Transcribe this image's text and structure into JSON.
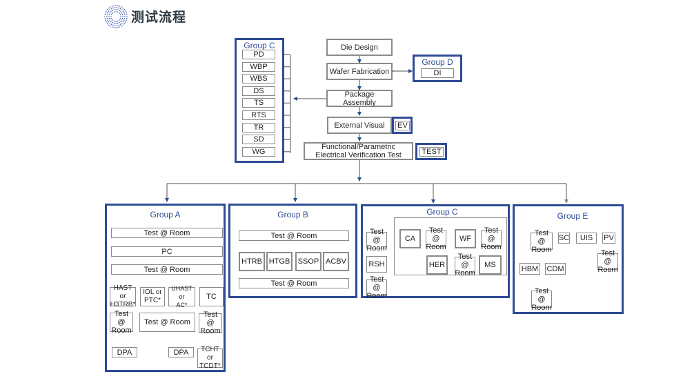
{
  "header": {
    "title": "测试流程",
    "logo_icon": "dotted-circle-icon"
  },
  "colors": {
    "accent": "#2d4b95",
    "box_border": "#8a8a8a",
    "connector": "#8a8a8a",
    "title_text": "#2e3a43"
  },
  "main_flow": {
    "die_design": "Die Design",
    "wafer_fabrication": "Wafer Fabrication",
    "package_assembly": "Package Assembly",
    "external_visual": "External Visual",
    "functional_line1": "Functional/Parametric",
    "functional_line2": "Electrical Verification Test"
  },
  "side_tags": {
    "ev": "EV",
    "test": "TEST"
  },
  "group_c_top": {
    "label": "Group C",
    "items": [
      "PD",
      "WBP",
      "WBS",
      "DS",
      "TS",
      "RTS",
      "TR",
      "SD",
      "WG"
    ]
  },
  "group_d": {
    "label": "Group D",
    "items": [
      "DI"
    ]
  },
  "group_a": {
    "label": "Group A",
    "test_room_1": "Test @ Room",
    "pc": "PC",
    "test_room_2": "Test @ Room",
    "branch": [
      {
        "line1": "HAST or",
        "line2": "H3TRB*"
      },
      {
        "line1": "IOL or",
        "line2": "PTC*"
      },
      {
        "line1": "UHAST or",
        "line2": "AC*"
      },
      {
        "line1": "TC",
        "line2": ""
      }
    ],
    "test_room_left": {
      "line1": "Test @",
      "line2": "Room"
    },
    "test_room_mid": "Test @ Room",
    "test_room_right": {
      "line1": "Test @",
      "line2": "Room"
    },
    "dpa_left": "DPA",
    "dpa_right": "DPA",
    "tcht": {
      "line1": "TCHT or",
      "line2": "TCDT*"
    }
  },
  "group_b": {
    "label": "Group B",
    "test_room_top": "Test @ Room",
    "items": [
      "HTRB",
      "HTGB",
      "SSOP",
      "ACBV"
    ],
    "test_room_bottom": "Test @ Room"
  },
  "group_c_bottom": {
    "label": "Group C",
    "test_room": {
      "line1": "Test @",
      "line2": "Room"
    },
    "rsh": "RSH",
    "ca": "CA",
    "wf": "WF",
    "ms": "MS",
    "her": "HER"
  },
  "group_e": {
    "label": "Group E",
    "test_room": {
      "line1": "Test @",
      "line2": "Room"
    },
    "sc": "SC",
    "uis": "UIS",
    "pv": "PV",
    "hbm": "HBM",
    "cdm": "CDM"
  }
}
